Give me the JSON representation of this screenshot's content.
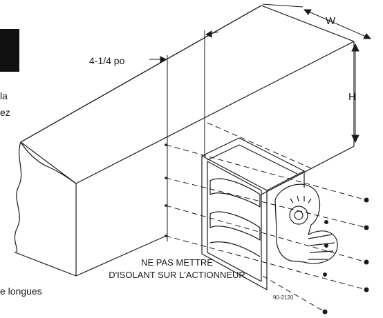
{
  "dimensions": {
    "width": "W",
    "height": "H",
    "depth": "4-1/4 po"
  },
  "warning": {
    "line1": "NE PAS METTRE",
    "line2": "D'ISOLANT SUR L'ACTIONNEUR"
  },
  "figure_id": "90-2120",
  "text_fragments": {
    "frag1": "la",
    "frag2": "ez",
    "frag3": "e longues"
  },
  "colors": {
    "ink": "#1a1a1a",
    "tab": "#111111",
    "paper": "#ffffff"
  }
}
